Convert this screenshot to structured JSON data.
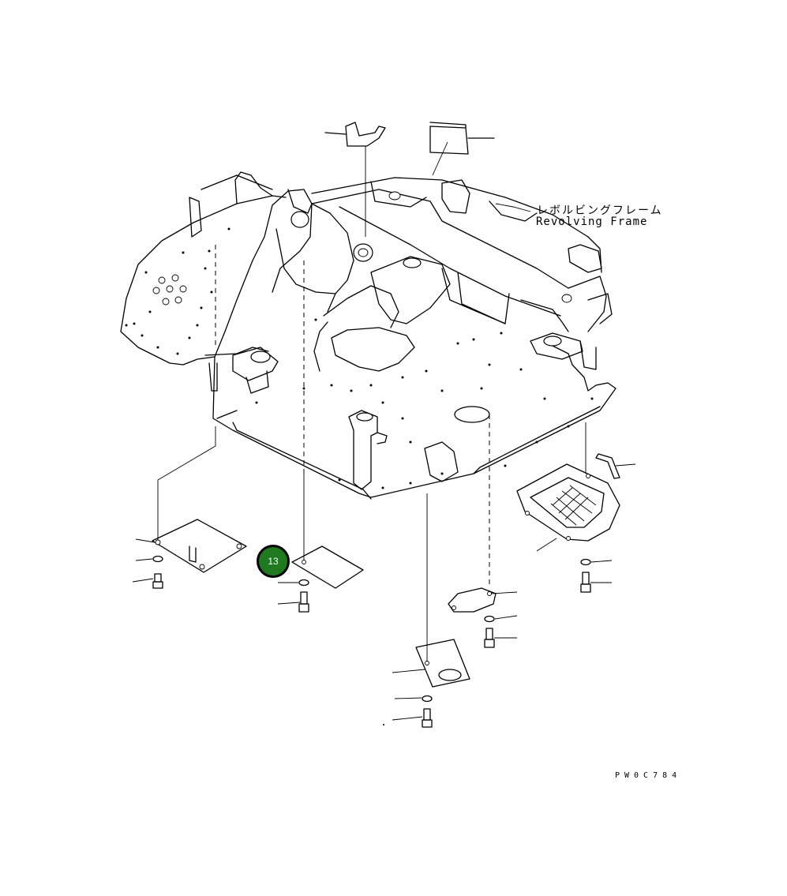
{
  "labels": {
    "revolving_frame_jp": "レボルビングフレーム",
    "revolving_frame_en": "Revolving Frame"
  },
  "diagram_code": "PW0C784",
  "callouts": [
    {
      "number": "13",
      "color": "#1f7a1f"
    }
  ]
}
